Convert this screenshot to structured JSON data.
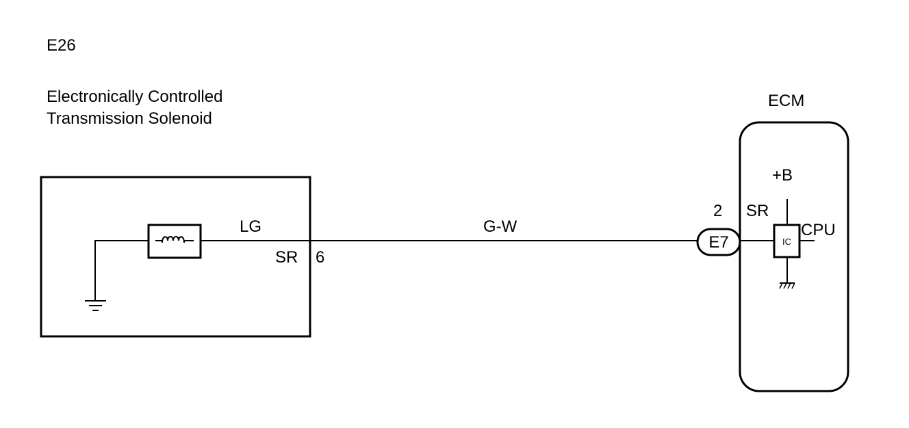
{
  "solenoid": {
    "connector_code": "E26",
    "title_line1": "Electronically Controlled",
    "title_line2": "Transmission Solenoid",
    "wire_color": "LG",
    "terminal_name": "SR",
    "pin": "6"
  },
  "harness": {
    "wire_color": "G-W"
  },
  "ecm": {
    "title": "ECM",
    "connector_code": "E7",
    "pin": "2",
    "terminal_name": "SR",
    "supply_label": "+B",
    "ic_label": "IC",
    "cpu_label": "CPU"
  },
  "icons": {
    "solenoid_coil": "coil-icon",
    "chassis_ground": "ground-icon",
    "ecm_ground": "ground-icon"
  }
}
